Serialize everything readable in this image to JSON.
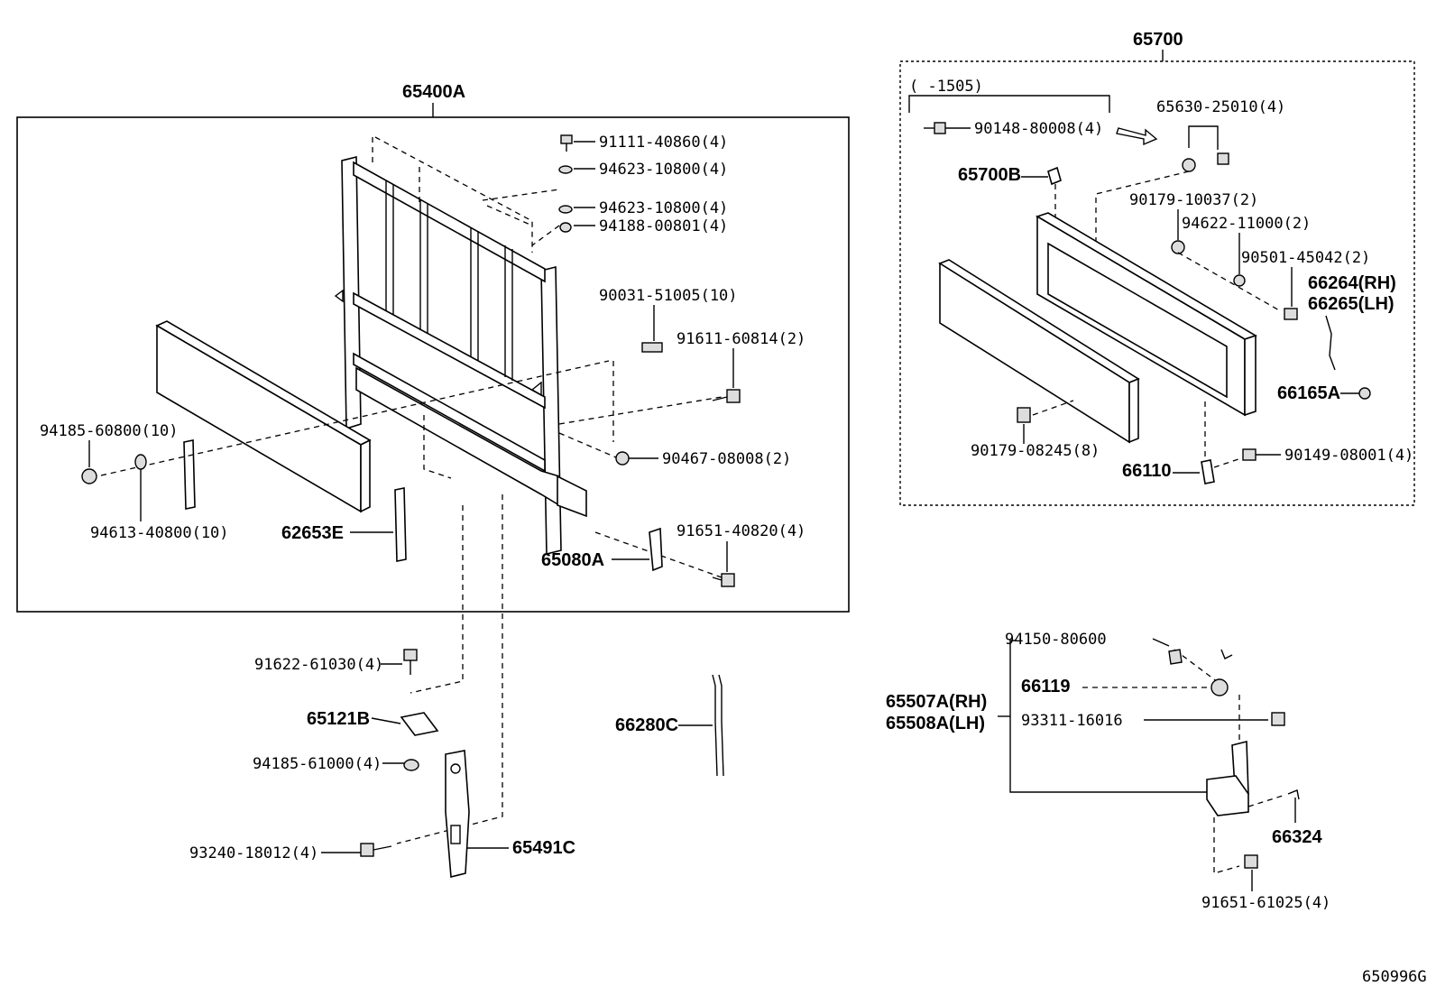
{
  "groups": {
    "headboard": "65400A",
    "tailgate": "65700",
    "tailgate_range": "(      -1505)",
    "diagram_id": "650996G"
  },
  "labels": [
    {
      "key": "p_91111",
      "text": "91111-40860(4)"
    },
    {
      "key": "p_94623a",
      "text": "94623-10800(4)"
    },
    {
      "key": "p_94623b",
      "text": "94623-10800(4)"
    },
    {
      "key": "p_94188",
      "text": "94188-00801(4)"
    },
    {
      "key": "p_90031",
      "text": "90031-51005(10)"
    },
    {
      "key": "p_91611",
      "text": "91611-60814(2)"
    },
    {
      "key": "p_94185_608",
      "text": "94185-60800(10)"
    },
    {
      "key": "p_90467",
      "text": "90467-08008(2)"
    },
    {
      "key": "p_94613",
      "text": "94613-40800(10)"
    },
    {
      "key": "p_62653E",
      "text": "62653E"
    },
    {
      "key": "p_91651_408",
      "text": "91651-40820(4)"
    },
    {
      "key": "p_65080A",
      "text": "65080A"
    },
    {
      "key": "p_91622",
      "text": "91622-61030(4)"
    },
    {
      "key": "p_65121B",
      "text": "65121B"
    },
    {
      "key": "p_94185_610",
      "text": "94185-61000(4)"
    },
    {
      "key": "p_93240",
      "text": "93240-18012(4)"
    },
    {
      "key": "p_65491C",
      "text": "65491C"
    },
    {
      "key": "p_66280C",
      "text": "66280C"
    },
    {
      "key": "p_90148",
      "text": "90148-80008(4)"
    },
    {
      "key": "p_65630",
      "text": "65630-25010(4)"
    },
    {
      "key": "p_65700B",
      "text": "65700B"
    },
    {
      "key": "p_90179_100",
      "text": "90179-10037(2)"
    },
    {
      "key": "p_94622",
      "text": "94622-11000(2)"
    },
    {
      "key": "p_90501",
      "text": "90501-45042(2)"
    },
    {
      "key": "p_66264",
      "text": "66264(RH)"
    },
    {
      "key": "p_66265",
      "text": "66265(LH)"
    },
    {
      "key": "p_66165A",
      "text": "66165A"
    },
    {
      "key": "p_90179_082",
      "text": "90179-08245(8)"
    },
    {
      "key": "p_66110",
      "text": "66110"
    },
    {
      "key": "p_90149",
      "text": "90149-08001(4)"
    },
    {
      "key": "p_94150",
      "text": "94150-80600"
    },
    {
      "key": "p_66119",
      "text": "66119"
    },
    {
      "key": "p_65507A",
      "text": "65507A(RH)"
    },
    {
      "key": "p_65508A",
      "text": "65508A(LH)"
    },
    {
      "key": "p_93311",
      "text": "93311-16016"
    },
    {
      "key": "p_66324",
      "text": "66324"
    },
    {
      "key": "p_91651_610",
      "text": "91651-61025(4)"
    }
  ]
}
